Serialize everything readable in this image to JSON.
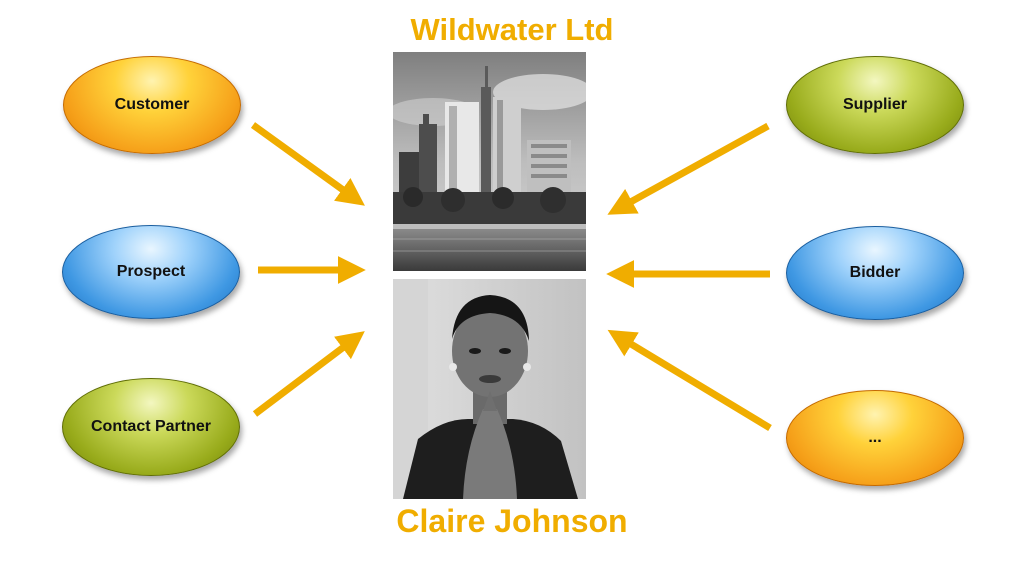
{
  "header": {
    "company": "Wildwater Ltd"
  },
  "footer": {
    "person": "Claire Johnson"
  },
  "roles": {
    "customer": "Customer",
    "prospect": "Prospect",
    "contact_partner": "Contact Partner",
    "supplier": "Supplier",
    "bidder": "Bidder",
    "more": "..."
  },
  "colors": {
    "accent": "#f0ad00",
    "orange": "#f6a11a",
    "blue": "#3f98e3",
    "green": "#98ab1b"
  }
}
